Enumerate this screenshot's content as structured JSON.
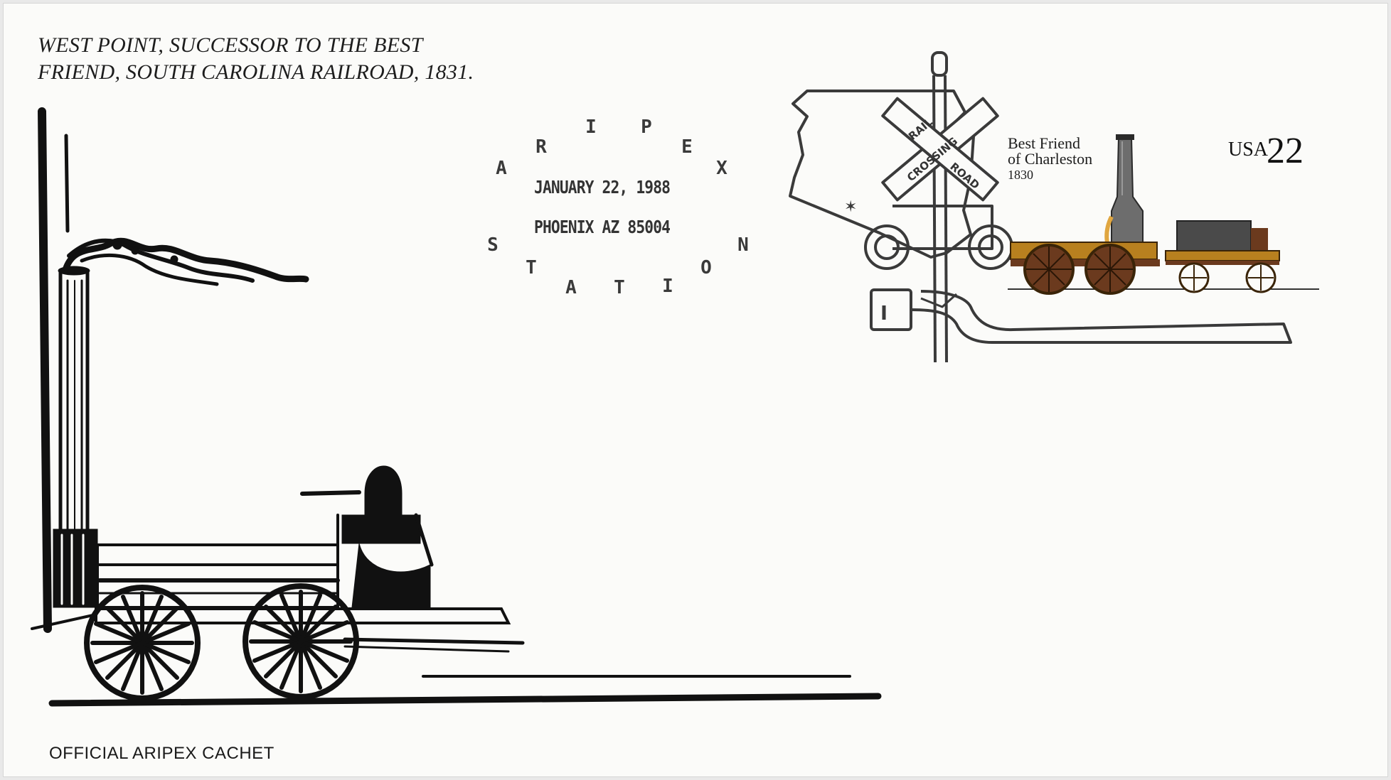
{
  "cachet": {
    "title_line1": "WEST POINT, SUCCESSOR TO THE BEST",
    "title_line2": "FRIEND, SOUTH CAROLINA RAILROAD, 1831.",
    "credit": "OFFICIAL ARIPEX CACHET"
  },
  "postmark": {
    "ring_letters": [
      "A",
      "R",
      "I",
      "P",
      "E",
      "X",
      "N",
      "O",
      "I",
      "T",
      "A",
      "T",
      "S"
    ],
    "date": "JANUARY 22, 1988",
    "place": "PHOENIX AZ 85004"
  },
  "crossing_sign": {
    "word_top": "RAIL",
    "word_mid": "CROSSING",
    "word_bottom": "ROAD"
  },
  "stamp": {
    "caption_line1": "Best Friend",
    "caption_line2": "of Charleston",
    "caption_line3": "1830",
    "country": "USA",
    "denomination": "22"
  },
  "colors": {
    "paper": "#fbfbf9",
    "ink": "#111111",
    "postmark_ink": "#3a3a3a",
    "locomotive_brass": "#b8801f",
    "locomotive_wheel": "#6b3a1e"
  }
}
